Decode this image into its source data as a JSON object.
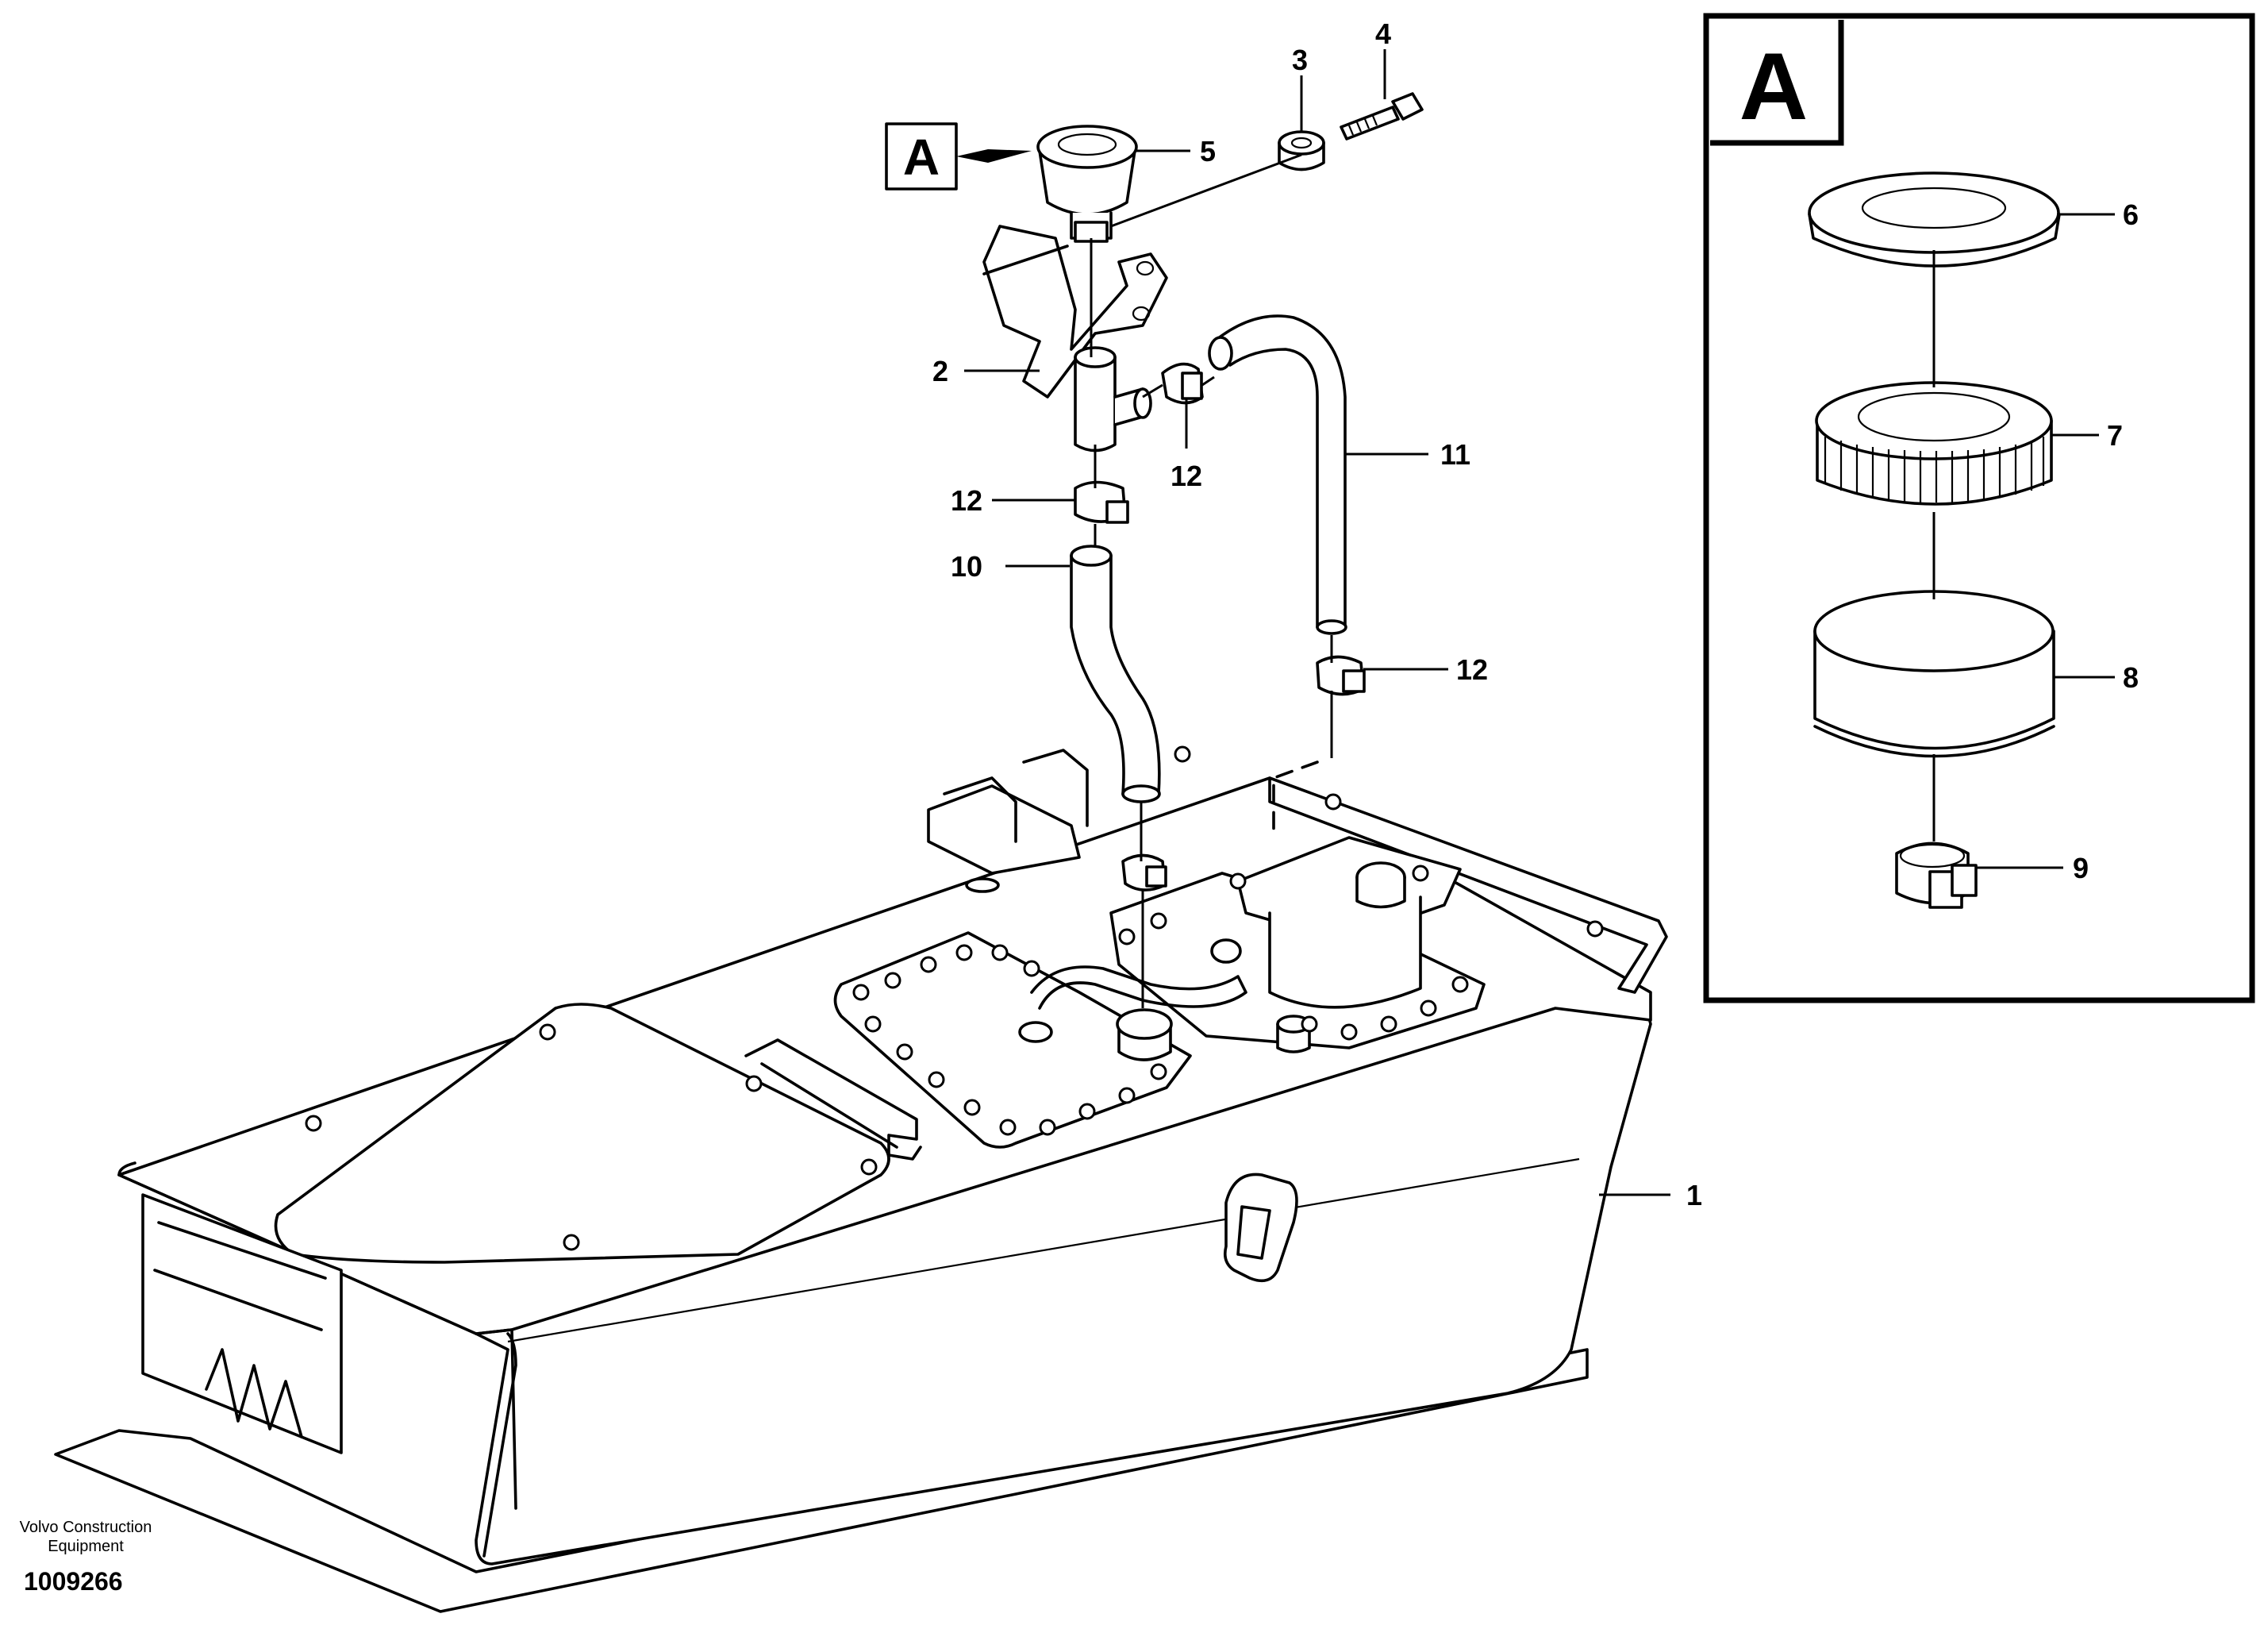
{
  "detail_view": {
    "label": "A"
  },
  "callout_tag": {
    "label": "A"
  },
  "parts": [
    {
      "number": "1"
    },
    {
      "number": "2"
    },
    {
      "number": "3"
    },
    {
      "number": "4"
    },
    {
      "number": "5"
    },
    {
      "number": "6"
    },
    {
      "number": "7"
    },
    {
      "number": "8"
    },
    {
      "number": "9"
    },
    {
      "number": "10"
    },
    {
      "number": "11"
    },
    {
      "number": "12"
    },
    {
      "number": "12"
    },
    {
      "number": "12"
    }
  ],
  "footer": {
    "brand_line1": "Volvo Construction",
    "brand_line2": "Equipment",
    "drawing_number": "1009266"
  }
}
